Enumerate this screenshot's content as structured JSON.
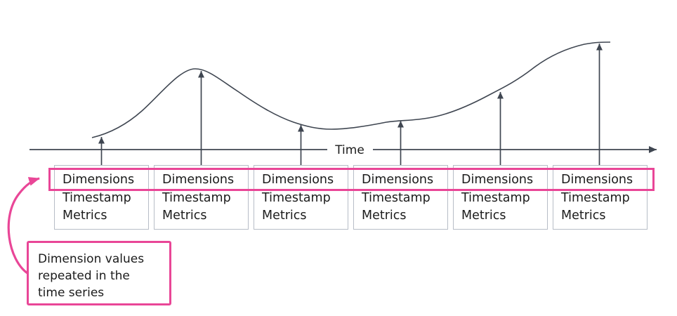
{
  "figure": {
    "axis_label": "Time"
  },
  "records": {
    "count": 6,
    "fields": [
      "Dimensions",
      "Timestamp",
      "Metrics"
    ],
    "highlighted_field": "Dimensions"
  },
  "callout": {
    "lines": [
      "Dimension values",
      "repeated in the",
      "time series"
    ]
  },
  "colors": {
    "accent_pink": "#e94697",
    "diagram_line": "#3f4651",
    "card_border": "#b7bdc7",
    "text": "#1b1b1b"
  }
}
